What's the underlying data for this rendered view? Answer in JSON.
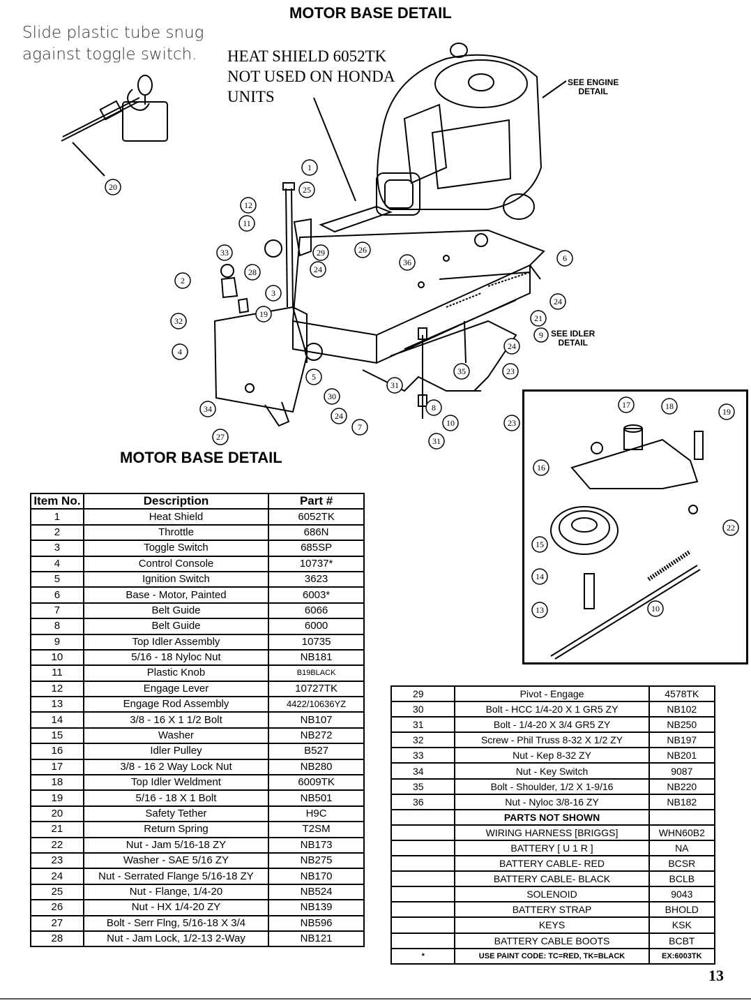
{
  "titles": {
    "top": "MOTOR BASE DETAIL",
    "middle": "MOTOR BASE DETAIL"
  },
  "notes": {
    "tube_line1": "Slide plastic tube snug",
    "tube_line2": "against toggle switch.",
    "heat_line1": "HEAT SHIELD 6052TK",
    "heat_line2": "NOT USED ON HONDA",
    "heat_line3": "UNITS",
    "engine_line1": "SEE ENGINE",
    "engine_line2": "DETAIL",
    "idler_line1": "SEE IDLER",
    "idler_line2": "DETAIL"
  },
  "callouts": [
    "1",
    "2",
    "3",
    "4",
    "5",
    "6",
    "7",
    "8",
    "9",
    "10",
    "11",
    "12",
    "13",
    "14",
    "15",
    "16",
    "17",
    "18",
    "19",
    "20",
    "21",
    "22",
    "23",
    "24",
    "25",
    "26",
    "27",
    "28",
    "29",
    "30",
    "31",
    "32",
    "33",
    "34",
    "35",
    "36"
  ],
  "table_left": {
    "headers": [
      "Item No.",
      "Description",
      "Part #"
    ],
    "rows": [
      [
        "1",
        "Heat Shield",
        "6052TK"
      ],
      [
        "2",
        "Throttle",
        "686N"
      ],
      [
        "3",
        "Toggle Switch",
        "685SP"
      ],
      [
        "4",
        "Control Console",
        "10737*"
      ],
      [
        "5",
        "Ignition Switch",
        "3623"
      ],
      [
        "6",
        "Base - Motor, Painted",
        "6003*"
      ],
      [
        "7",
        "Belt Guide",
        "6066"
      ],
      [
        "8",
        "Belt Guide",
        "6000"
      ],
      [
        "9",
        "Top Idler Assembly",
        "10735"
      ],
      [
        "10",
        "5/16 - 18 Nyloc Nut",
        "NB181"
      ],
      [
        "11",
        "Plastic Knob",
        "B19BLACK"
      ],
      [
        "12",
        "Engage Lever",
        "10727TK"
      ],
      [
        "13",
        "Engage Rod Assembly",
        "4422/10636YZ"
      ],
      [
        "14",
        "3/8 - 16 X 1 1/2 Bolt",
        "NB107"
      ],
      [
        "15",
        "Washer",
        "NB272"
      ],
      [
        "16",
        "Idler Pulley",
        "B527"
      ],
      [
        "17",
        "3/8 - 16 2 Way Lock Nut",
        "NB280"
      ],
      [
        "18",
        "Top Idler Weldment",
        "6009TK"
      ],
      [
        "19",
        "5/16 - 18 X 1 Bolt",
        "NB501"
      ],
      [
        "20",
        "Safety Tether",
        "H9C"
      ],
      [
        "21",
        "Return Spring",
        "T2SM"
      ],
      [
        "22",
        "Nut - Jam 5/16-18 ZY",
        "NB173"
      ],
      [
        "23",
        "Washer - SAE 5/16 ZY",
        "NB275"
      ],
      [
        "24",
        "Nut - Serrated Flange 5/16-18 ZY",
        "NB170"
      ],
      [
        "25",
        "Nut - Flange, 1/4-20",
        "NB524"
      ],
      [
        "26",
        "Nut - HX 1/4-20 ZY",
        "NB139"
      ],
      [
        "27",
        "Bolt - Serr Flng, 5/16-18 X 3/4",
        "NB596"
      ],
      [
        "28",
        "Nut - Jam Lock, 1/2-13 2-Way",
        "NB121"
      ]
    ]
  },
  "table_right": {
    "rows": [
      [
        "29",
        "Pivot - Engage",
        "4578TK"
      ],
      [
        "30",
        "Bolt - HCC 1/4-20 X 1 GR5 ZY",
        "NB102"
      ],
      [
        "31",
        "Bolt - 1/4-20 X 3/4 GR5 ZY",
        "NB250"
      ],
      [
        "32",
        "Screw - Phil Truss 8-32 X 1/2 ZY",
        "NB197"
      ],
      [
        "33",
        "Nut - Kep 8-32 ZY",
        "NB201"
      ],
      [
        "34",
        "Nut - Key Switch",
        "9087"
      ],
      [
        "35",
        "Bolt - Shoulder, 1/2 X 1-9/16",
        "NB220"
      ],
      [
        "36",
        "Nut - Nyloc 3/8-16 ZY",
        "NB182"
      ]
    ],
    "not_shown_header": "PARTS NOT SHOWN",
    "not_shown": [
      [
        "WIRING HARNESS [BRIGGS]",
        "WHN60B2"
      ],
      [
        "BATTERY [ U 1 R ]",
        "NA"
      ],
      [
        "BATTERY CABLE- RED",
        "BCSR"
      ],
      [
        "BATTERY CABLE- BLACK",
        "BCLB"
      ],
      [
        "SOLENOID",
        "9043"
      ],
      [
        "BATTERY STRAP",
        "BHOLD"
      ],
      [
        "KEYS",
        "KSK"
      ],
      [
        "BATTERY CABLE BOOTS",
        "BCBT"
      ]
    ],
    "footnote": [
      "*",
      "USE PAINT CODE: TC=RED, TK=BLACK",
      "EX:6003TK"
    ]
  },
  "page_number": "13"
}
